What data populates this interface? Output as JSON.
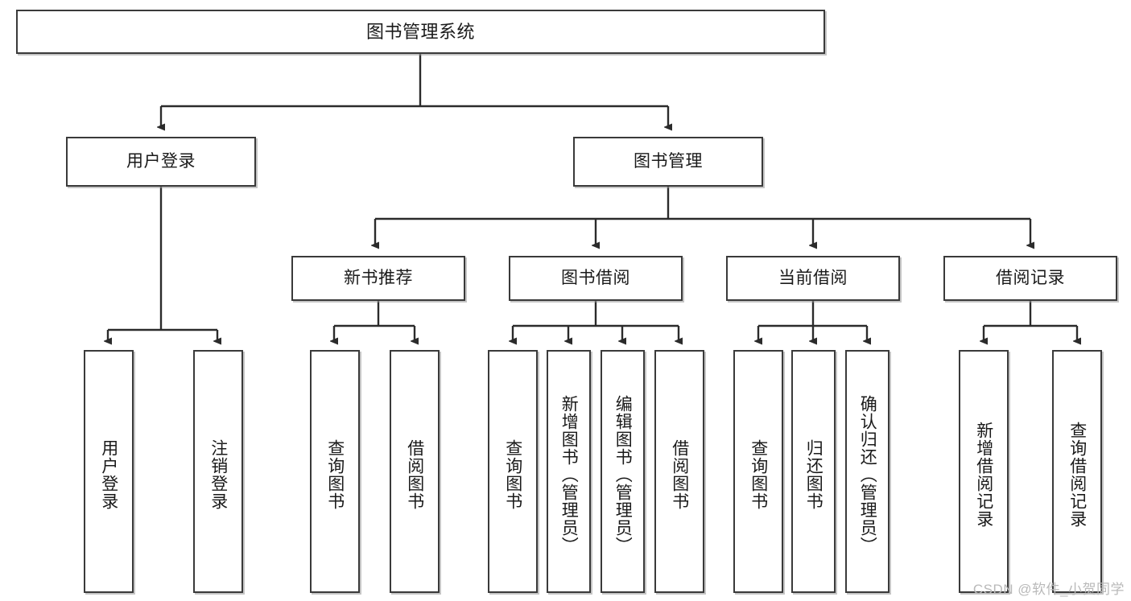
{
  "diagram": {
    "title": "图书管理系统",
    "type": "tree-hierarchy",
    "watermark": "CSDN @软件_小贺同学",
    "colors": {
      "box_border": "#3a3a3a",
      "box_fill": "#ffffff",
      "edge": "#2b2b2b",
      "text": "#1a1a1a",
      "watermark": "#b9b9b9"
    },
    "levels": {
      "root": {
        "label": "图书管理系统"
      },
      "level2": [
        {
          "label": "用户登录"
        },
        {
          "label": "图书管理"
        }
      ],
      "level3": [
        {
          "label": "新书推荐"
        },
        {
          "label": "图书借阅"
        },
        {
          "label": "当前借阅"
        },
        {
          "label": "借阅记录"
        }
      ],
      "leaves": [
        {
          "label": "用户登录",
          "parent": "用户登录"
        },
        {
          "label": "注销登录",
          "parent": "用户登录"
        },
        {
          "label": "查询图书",
          "parent": "新书推荐"
        },
        {
          "label": "借阅图书",
          "parent": "新书推荐"
        },
        {
          "label": "查询图书",
          "parent": "图书借阅"
        },
        {
          "label": "新增图书（管理员）",
          "parent": "图书借阅"
        },
        {
          "label": "编辑图书（管理员）",
          "parent": "图书借阅"
        },
        {
          "label": "借阅图书",
          "parent": "图书借阅"
        },
        {
          "label": "查询图书",
          "parent": "当前借阅"
        },
        {
          "label": "归还图书",
          "parent": "当前借阅"
        },
        {
          "label": "确认归还（管理员）",
          "parent": "当前借阅"
        },
        {
          "label": "新增借阅记录",
          "parent": "借阅记录"
        },
        {
          "label": "查询借阅记录",
          "parent": "借阅记录"
        }
      ]
    }
  }
}
